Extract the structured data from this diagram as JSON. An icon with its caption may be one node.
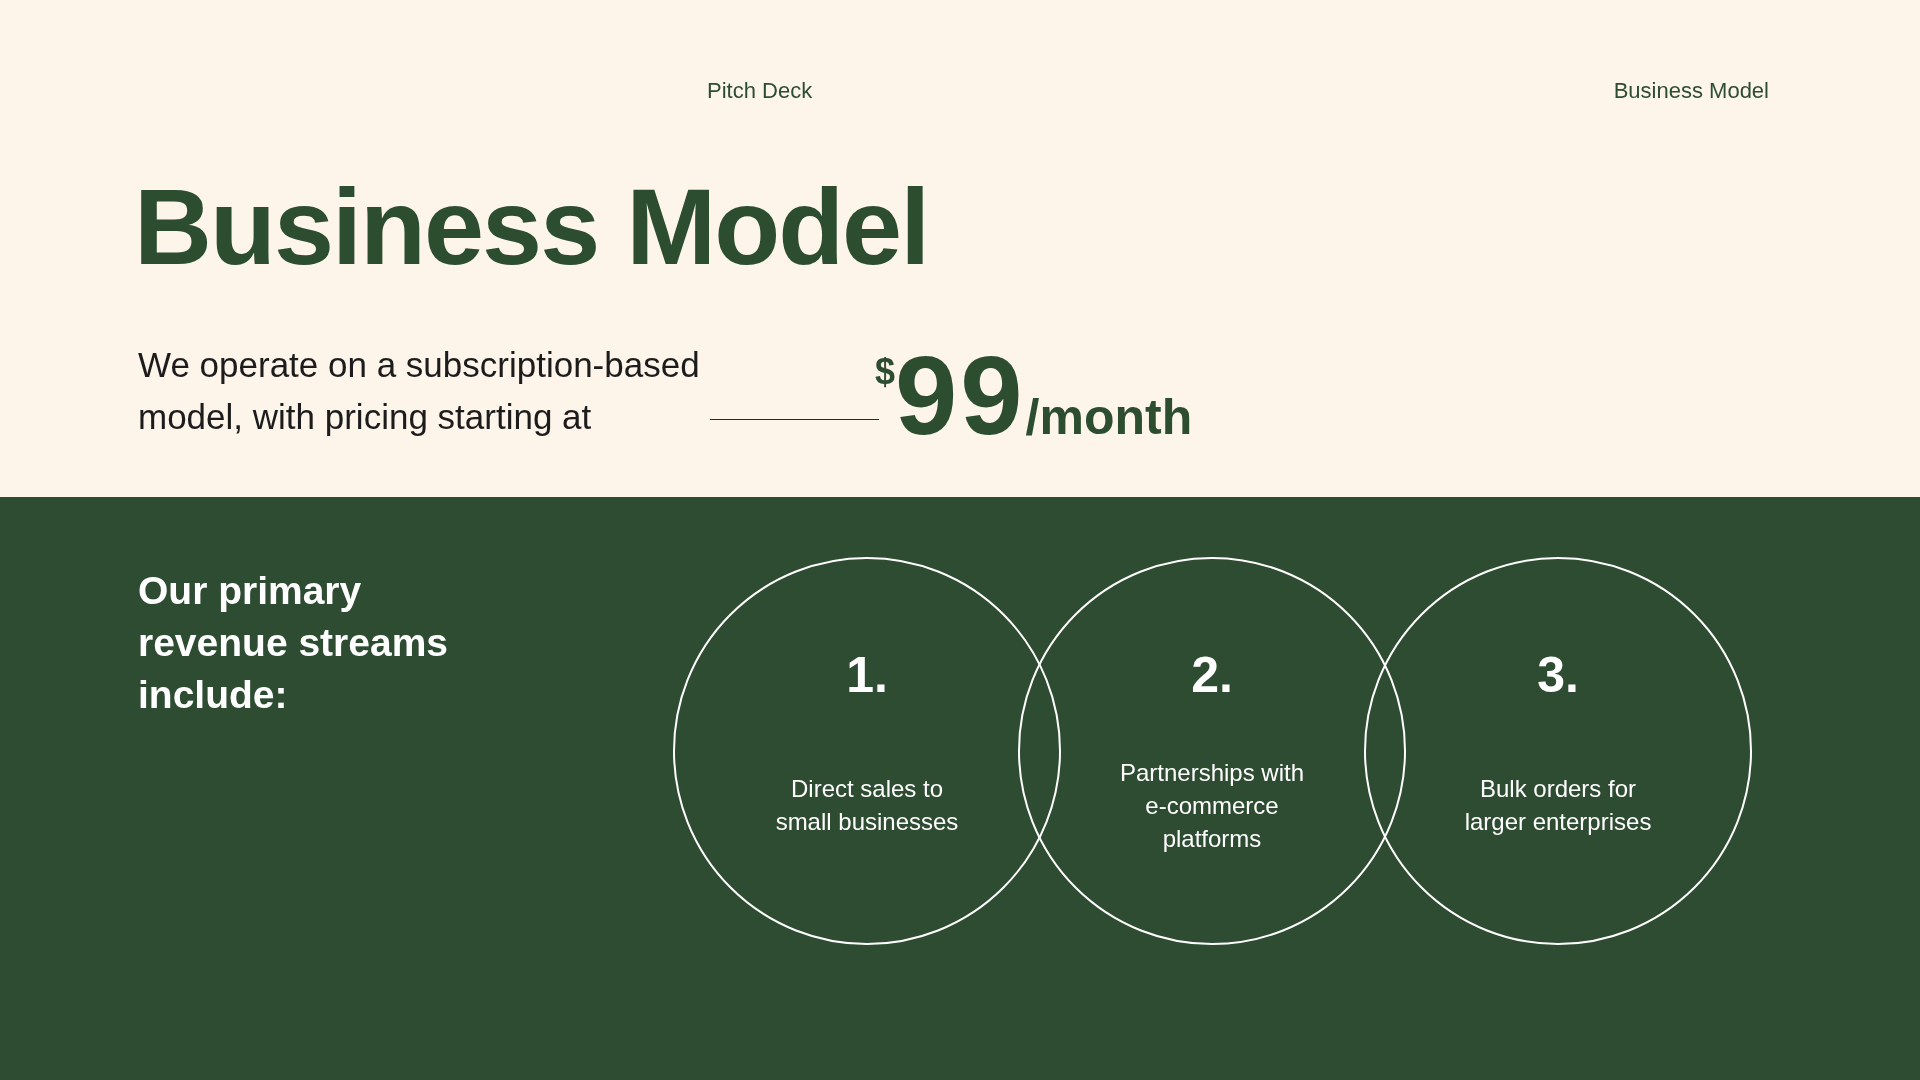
{
  "diagram": {
    "title": "Business Model",
    "nodes": [
      {
        "text": [
          "1.",
          "Direct sales to small businesses"
        ]
      },
      {
        "text": [
          "2.",
          "Partnerships with e-commerce platforms"
        ]
      },
      {
        "text": [
          "3.",
          "Bulk orders for larger enterprises"
        ]
      }
    ],
    "labels": [
      "Pitch Deck",
      "Business Model",
      "We operate on a subscription-based model, with pricing starting at",
      "$",
      "99",
      "/month",
      "Our primary revenue streams include:"
    ]
  }
}
